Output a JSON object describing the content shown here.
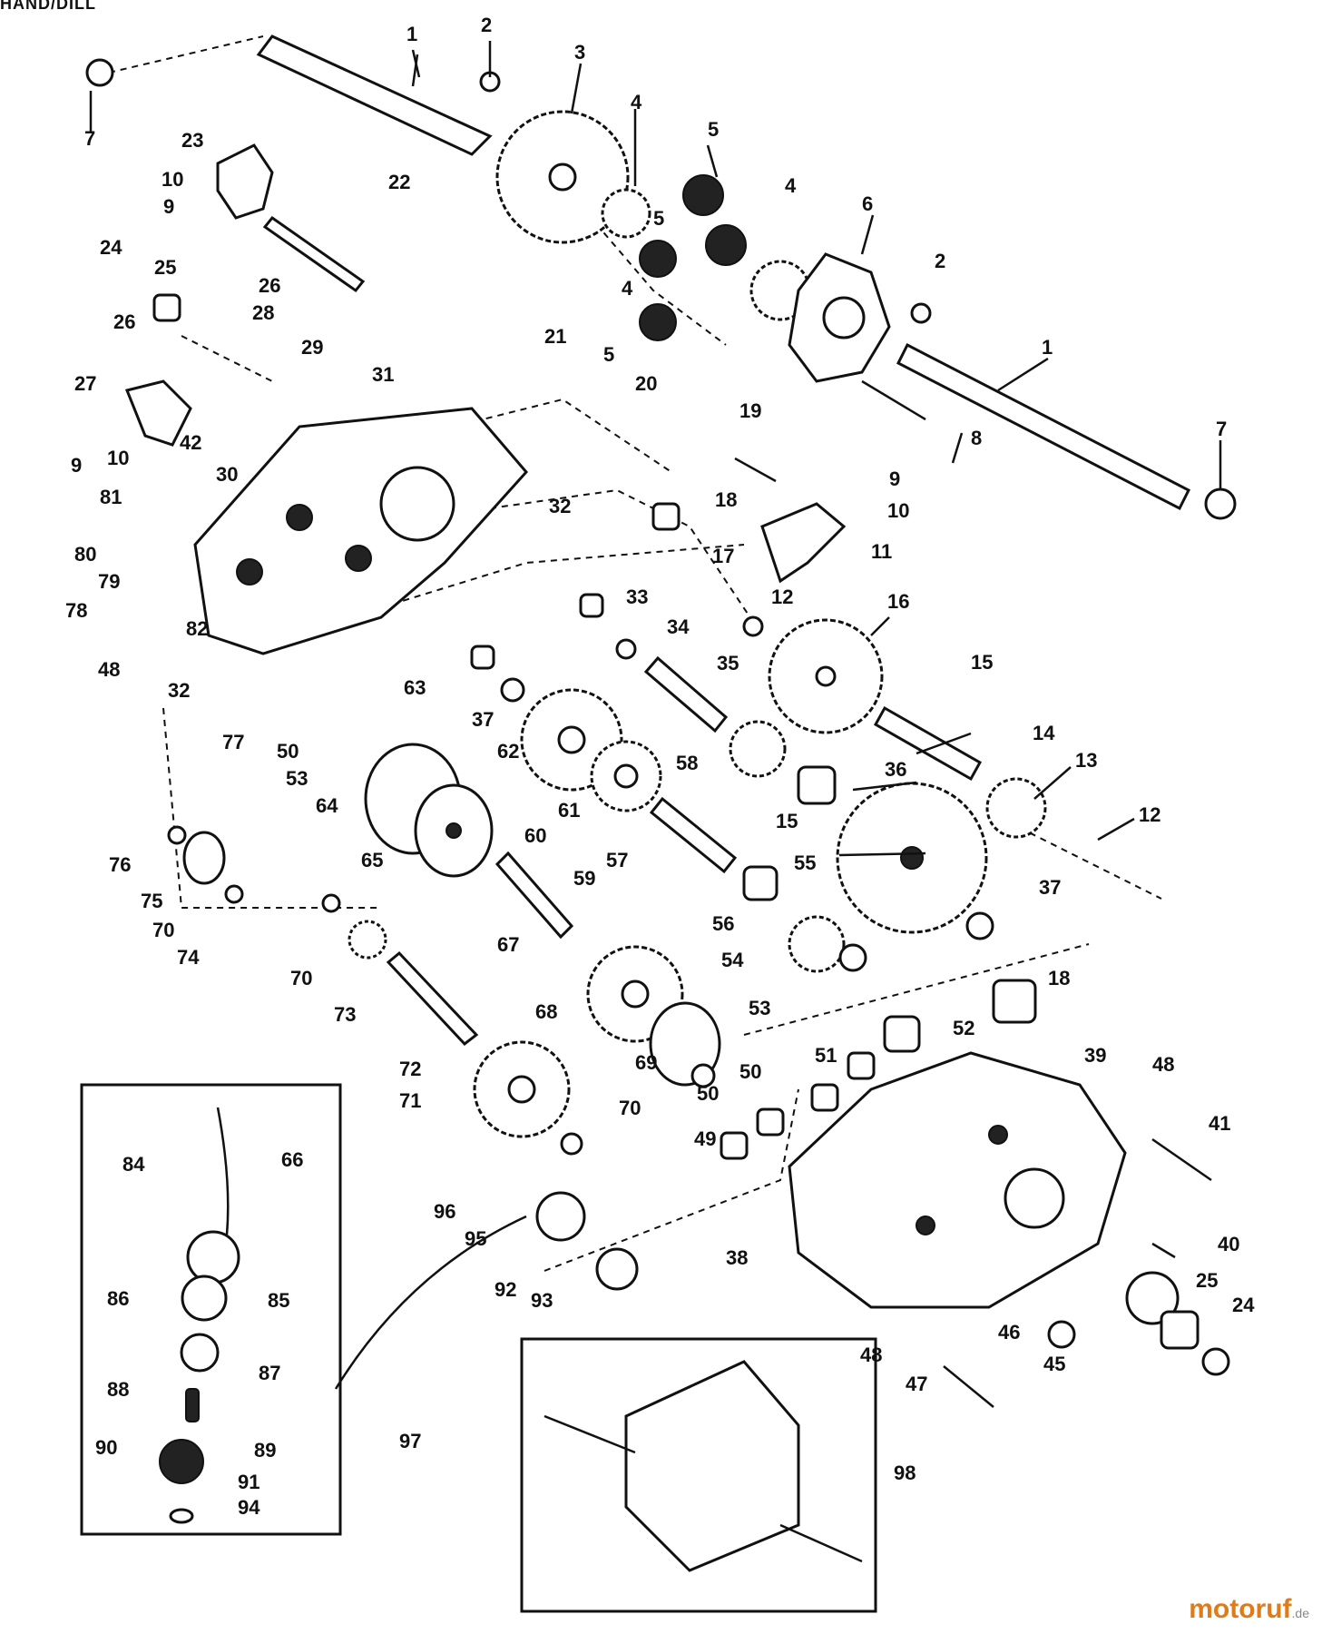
{
  "header_fragment": "HAND/DILL",
  "watermark": {
    "name": "motoruf",
    "domain": ".de"
  },
  "callouts": [
    "1",
    "2",
    "3",
    "4",
    "5",
    "5",
    "4",
    "6",
    "2",
    "1",
    "7",
    "7",
    "8",
    "9",
    "10",
    "11",
    "12",
    "13",
    "14",
    "15",
    "16",
    "17",
    "18",
    "19",
    "20",
    "21",
    "22",
    "23",
    "24",
    "25",
    "26",
    "26",
    "27",
    "28",
    "29",
    "30",
    "31",
    "32",
    "32",
    "33",
    "34",
    "35",
    "36",
    "37",
    "37",
    "38",
    "39",
    "40",
    "41",
    "42",
    "45",
    "46",
    "47",
    "48",
    "48",
    "48",
    "49",
    "50",
    "50",
    "50",
    "51",
    "52",
    "53",
    "53",
    "54",
    "55",
    "56",
    "57",
    "58",
    "59",
    "60",
    "61",
    "62",
    "63",
    "64",
    "65",
    "66",
    "67",
    "69",
    "68",
    "70",
    "70",
    "70",
    "71",
    "72",
    "73",
    "74",
    "75",
    "76",
    "77",
    "78",
    "79",
    "80",
    "81",
    "82",
    "84",
    "85",
    "86",
    "87",
    "88",
    "89",
    "90",
    "91",
    "92",
    "93",
    "94",
    "95",
    "96",
    "97",
    "98",
    "9",
    "10",
    "12",
    "15",
    "18",
    "24",
    "25",
    "5",
    "4",
    "9",
    "10"
  ]
}
